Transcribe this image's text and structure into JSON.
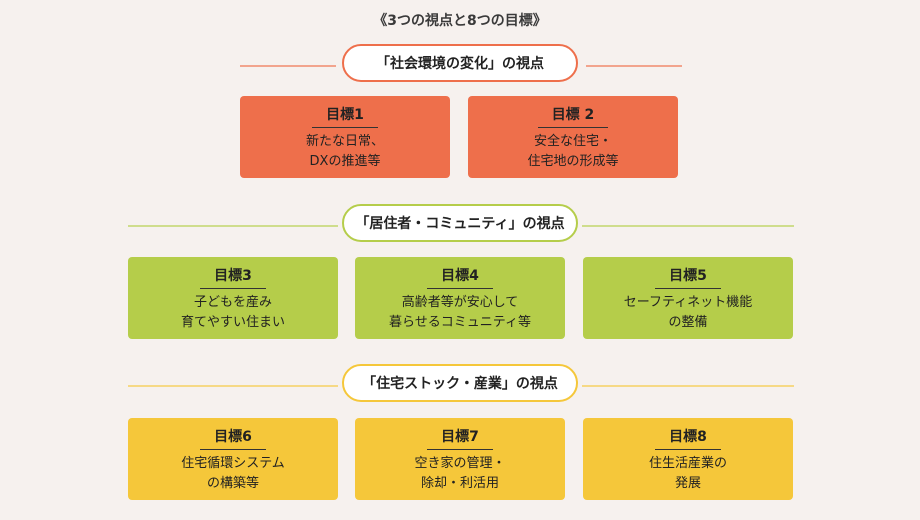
{
  "title": "《3つの視点と8つの目標》",
  "colors": {
    "background": "#f6f1ee",
    "section1": "#ee6f4b",
    "section2": "#b5cd4a",
    "section3": "#f5c73a",
    "line1": "#f2a48d",
    "line2": "#cfdd8c",
    "line3": "#f6d985"
  },
  "sections": [
    {
      "label": "「社会環境の変化」の視点",
      "goals": [
        {
          "head": "目標1",
          "lines": [
            "新たな日常、",
            "DXの推進等"
          ]
        },
        {
          "head": "目標 2",
          "lines": [
            "安全な住宅・",
            "住宅地の形成等"
          ]
        }
      ]
    },
    {
      "label": "「居住者・コミュニティ」の視点",
      "goals": [
        {
          "head": "目標3",
          "lines": [
            "子どもを産み",
            "育てやすい住まい"
          ]
        },
        {
          "head": "目標4",
          "lines": [
            "高齢者等が安心して",
            "暮らせるコミュニティ等"
          ]
        },
        {
          "head": "目標5",
          "lines": [
            "セーフティネット機能",
            "の整備"
          ]
        }
      ]
    },
    {
      "label": "「住宅ストック・産業」の視点",
      "goals": [
        {
          "head": "目標6",
          "lines": [
            "住宅循環システム",
            "の構築等"
          ]
        },
        {
          "head": "目標7",
          "lines": [
            "空き家の管理・",
            "除却・利活用"
          ]
        },
        {
          "head": "目標8",
          "lines": [
            "住生活産業の",
            "発展"
          ]
        }
      ]
    }
  ]
}
